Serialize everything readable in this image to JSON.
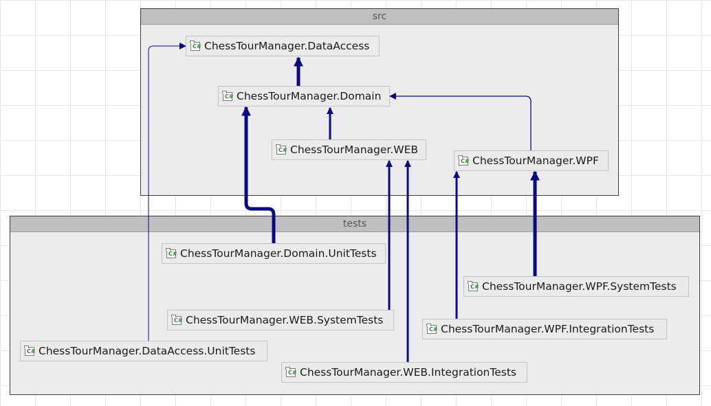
{
  "groups": {
    "src": {
      "label": "src"
    },
    "tests": {
      "label": "tests"
    }
  },
  "projects": {
    "data_access": "ChessTourManager.DataAccess",
    "domain": "ChessTourManager.Domain",
    "web": "ChessTourManager.WEB",
    "wpf": "ChessTourManager.WPF",
    "domain_unit_tests": "ChessTourManager.Domain.UnitTests",
    "web_system_tests": "ChessTourManager.WEB.SystemTests",
    "data_access_unit_tests": "ChessTourManager.DataAccess.UnitTests",
    "web_integration_tests": "ChessTourManager.WEB.IntegrationTests",
    "wpf_system_tests": "ChessTourManager.WPF.SystemTests",
    "wpf_integration_tests": "ChessTourManager.WPF.IntegrationTests"
  },
  "icon": {
    "name": "csharp-project-icon",
    "glyph": "C#"
  },
  "colors": {
    "edge": "#0a0a80",
    "group_header": "#bfbfbf",
    "group_body": "#ececec"
  },
  "edges": [
    {
      "from": "domain",
      "to": "data_access",
      "weight": "heavy"
    },
    {
      "from": "web",
      "to": "domain",
      "weight": "medium"
    },
    {
      "from": "wpf",
      "to": "domain",
      "weight": "thin"
    },
    {
      "from": "domain_unit_tests",
      "to": "domain",
      "weight": "heavy"
    },
    {
      "from": "web_system_tests",
      "to": "web",
      "weight": "medium"
    },
    {
      "from": "web_integration_tests",
      "to": "web",
      "weight": "medium"
    },
    {
      "from": "wpf_system_tests",
      "to": "wpf",
      "weight": "heavy"
    },
    {
      "from": "wpf_integration_tests",
      "to": "wpf",
      "weight": "medium"
    },
    {
      "from": "data_access_unit_tests",
      "to": "data_access",
      "weight": "thin"
    }
  ]
}
